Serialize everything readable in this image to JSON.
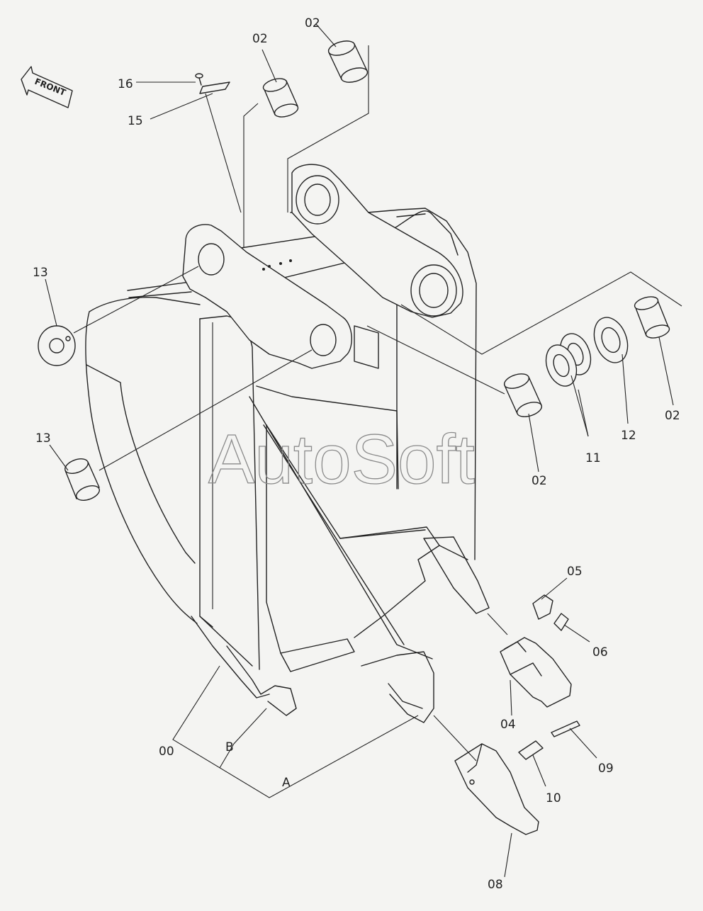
{
  "watermark": "AutoSoft",
  "front_label": "FRONT",
  "callouts": {
    "c00": "00",
    "cA": "A",
    "cB": "B",
    "c02a": "02",
    "c02b": "02",
    "c02c": "02",
    "c02d": "02",
    "c04": "04",
    "c05": "05",
    "c06": "06",
    "c08": "08",
    "c09": "09",
    "c10": "10",
    "c11": "11",
    "c12": "12",
    "c13a": "13",
    "c13b": "13",
    "c15": "15",
    "c16": "16"
  }
}
